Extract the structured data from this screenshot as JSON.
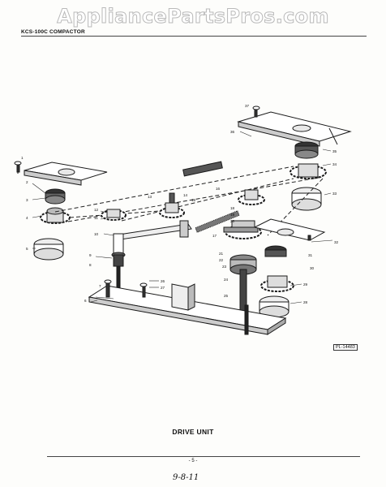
{
  "watermark": "AppliancePartsPros.com",
  "header": "KCS-100C COMPACTOR",
  "plate_no": "PL-14483",
  "caption": "DRIVE UNIT",
  "page_number": "- 5 -",
  "handwritten": "9-8-11",
  "callouts": {
    "c1": "1",
    "c2": "2",
    "c3": "3",
    "c4": "4",
    "c5": "5",
    "c6": "6",
    "c7": "7",
    "c8": "8",
    "c9": "9",
    "c10": "10",
    "c11": "11",
    "c12": "12",
    "c13": "13",
    "c14": "14",
    "c15": "15",
    "c16": "16",
    "c17": "17",
    "c18": "18",
    "c19": "19",
    "c20": "20",
    "c21": "21",
    "c22": "22",
    "c23": "23",
    "c24": "24",
    "c25": "25",
    "c26": "26",
    "c27": "27",
    "c28": "28",
    "c29": "29",
    "c30": "30",
    "c31": "31",
    "c32": "32",
    "c33": "33",
    "c34": "34",
    "c35": "35",
    "c36": "36",
    "c37": "37"
  }
}
